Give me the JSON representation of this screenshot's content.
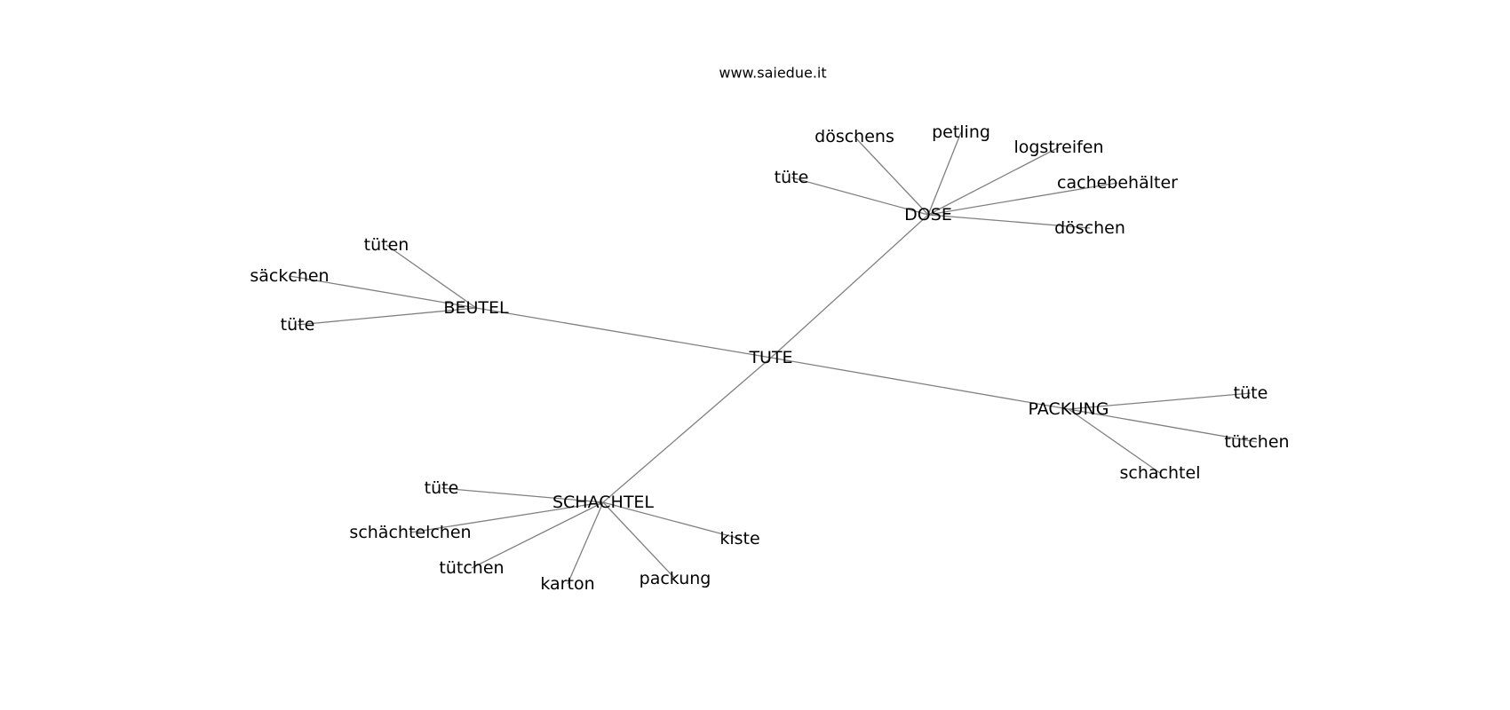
{
  "site": "www.saiedue.it",
  "graph": {
    "nodes": [
      {
        "id": "tute",
        "label": "TUTE"
      },
      {
        "id": "dose",
        "label": "DOSE"
      },
      {
        "id": "beutel",
        "label": "BEUTEL"
      },
      {
        "id": "packung",
        "label": "PACKUNG"
      },
      {
        "id": "schachtel",
        "label": "SCHACHTEL"
      },
      {
        "id": "dose-doschens",
        "label": "döschens"
      },
      {
        "id": "dose-petling",
        "label": "petling"
      },
      {
        "id": "dose-logstreifen",
        "label": "logstreifen"
      },
      {
        "id": "dose-cachebehalter",
        "label": "cachebehälter"
      },
      {
        "id": "dose-doschen",
        "label": "döschen"
      },
      {
        "id": "dose-tute",
        "label": "tüte"
      },
      {
        "id": "beutel-tuten",
        "label": "tüten"
      },
      {
        "id": "beutel-sackchen",
        "label": "säckchen"
      },
      {
        "id": "beutel-tute",
        "label": "tüte"
      },
      {
        "id": "packung-tute",
        "label": "tüte"
      },
      {
        "id": "packung-tutchen",
        "label": "tütchen"
      },
      {
        "id": "packung-schachtel",
        "label": "schachtel"
      },
      {
        "id": "schachtel-tute",
        "label": "tüte"
      },
      {
        "id": "schachtel-schachtelchen",
        "label": "schächtelchen"
      },
      {
        "id": "schachtel-tutchen",
        "label": "tütchen"
      },
      {
        "id": "schachtel-karton",
        "label": "karton"
      },
      {
        "id": "schachtel-packung",
        "label": "packung"
      },
      {
        "id": "schachtel-kiste",
        "label": "kiste"
      }
    ],
    "edges": [
      [
        "tute",
        "dose"
      ],
      [
        "tute",
        "beutel"
      ],
      [
        "tute",
        "packung"
      ],
      [
        "tute",
        "schachtel"
      ],
      [
        "dose",
        "dose-doschens"
      ],
      [
        "dose",
        "dose-petling"
      ],
      [
        "dose",
        "dose-logstreifen"
      ],
      [
        "dose",
        "dose-cachebehalter"
      ],
      [
        "dose",
        "dose-doschen"
      ],
      [
        "dose",
        "dose-tute"
      ],
      [
        "beutel",
        "beutel-tuten"
      ],
      [
        "beutel",
        "beutel-sackchen"
      ],
      [
        "beutel",
        "beutel-tute"
      ],
      [
        "packung",
        "packung-tute"
      ],
      [
        "packung",
        "packung-tutchen"
      ],
      [
        "packung",
        "packung-schachtel"
      ],
      [
        "schachtel",
        "schachtel-tute"
      ],
      [
        "schachtel",
        "schachtel-schachtelchen"
      ],
      [
        "schachtel",
        "schachtel-tutchen"
      ],
      [
        "schachtel",
        "schachtel-karton"
      ],
      [
        "schachtel",
        "schachtel-packung"
      ],
      [
        "schachtel",
        "schachtel-kiste"
      ]
    ]
  }
}
